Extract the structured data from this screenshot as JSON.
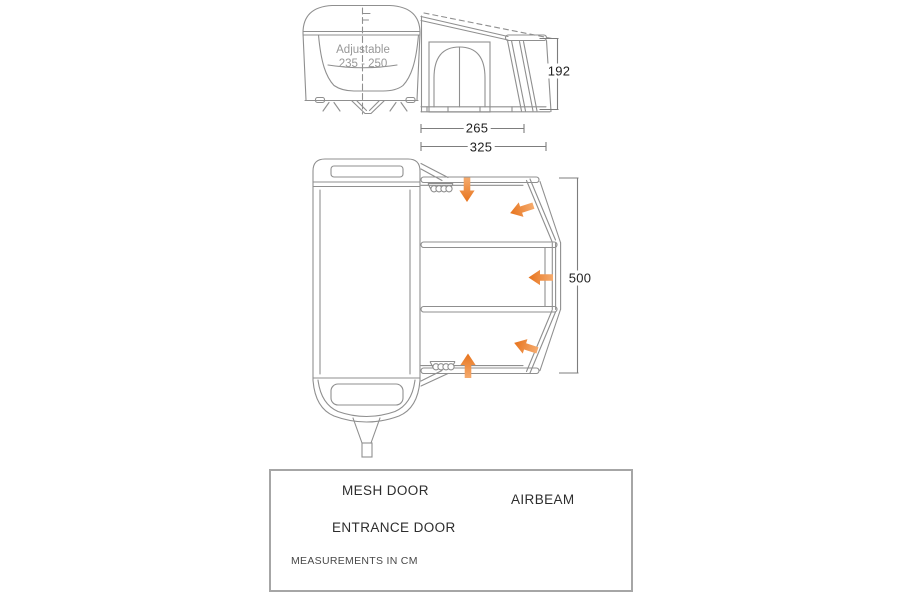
{
  "diagram": {
    "front_view": {
      "adjustable_label": "Adjustable",
      "adjustable_range": "235 - 250"
    },
    "side_view": {
      "height_cm": "192",
      "inner_width_cm": "265",
      "outer_width_cm": "325"
    },
    "plan_view": {
      "depth_cm": "500"
    },
    "legend": {
      "mesh_door_label": "MESH DOOR",
      "airbeam_label": "AIRBEAM",
      "entrance_door_label": "ENTRANCE DOOR",
      "note": "MEASUREMENTS IN CM"
    },
    "icons": {
      "mesh_door": "mesh-door-icon",
      "airbeam": "airbeam-icon",
      "entrance_door": "entrance-door-arrow-icon"
    },
    "colors": {
      "accent_orange": "#EE7F2D",
      "accent_orange_light": "#F4A566",
      "line_gray": "#8F8F8F"
    }
  }
}
